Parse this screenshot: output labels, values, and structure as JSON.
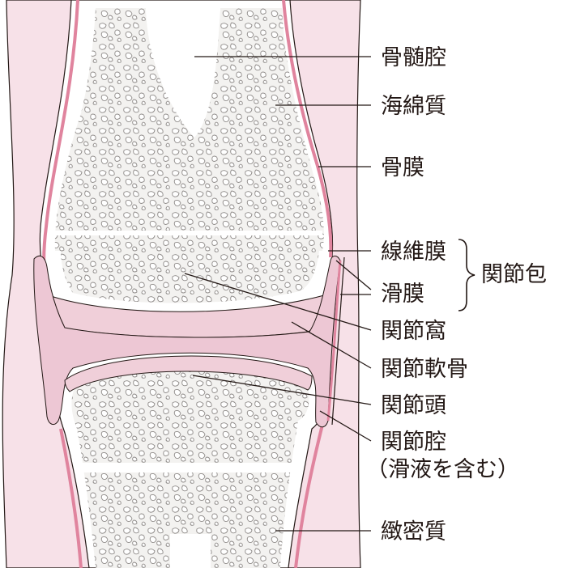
{
  "labels": {
    "marrow_cavity": "骨髄腔",
    "cancellous_bone": "海綿質",
    "periosteum": "骨膜",
    "fibrous_membrane": "線維膜",
    "synovial_membrane": "滑膜",
    "joint_capsule": "関節包",
    "articular_fossa": "関節窩",
    "articular_cartilage": "関節軟骨",
    "articular_head": "関節頭",
    "joint_cavity": "関節腔",
    "joint_cavity_note": "（滑液を含む）",
    "compact_bone": "緻密質"
  },
  "colors": {
    "soft_tissue": "#f7e1e8",
    "periosteum_line": "#e0849e",
    "cartilage": "#e3a9bd",
    "cavity_fill": "#edc7d4",
    "bone_white": "#ffffff",
    "sponge_fill": "#f3f2f0",
    "outline": "#231815"
  }
}
